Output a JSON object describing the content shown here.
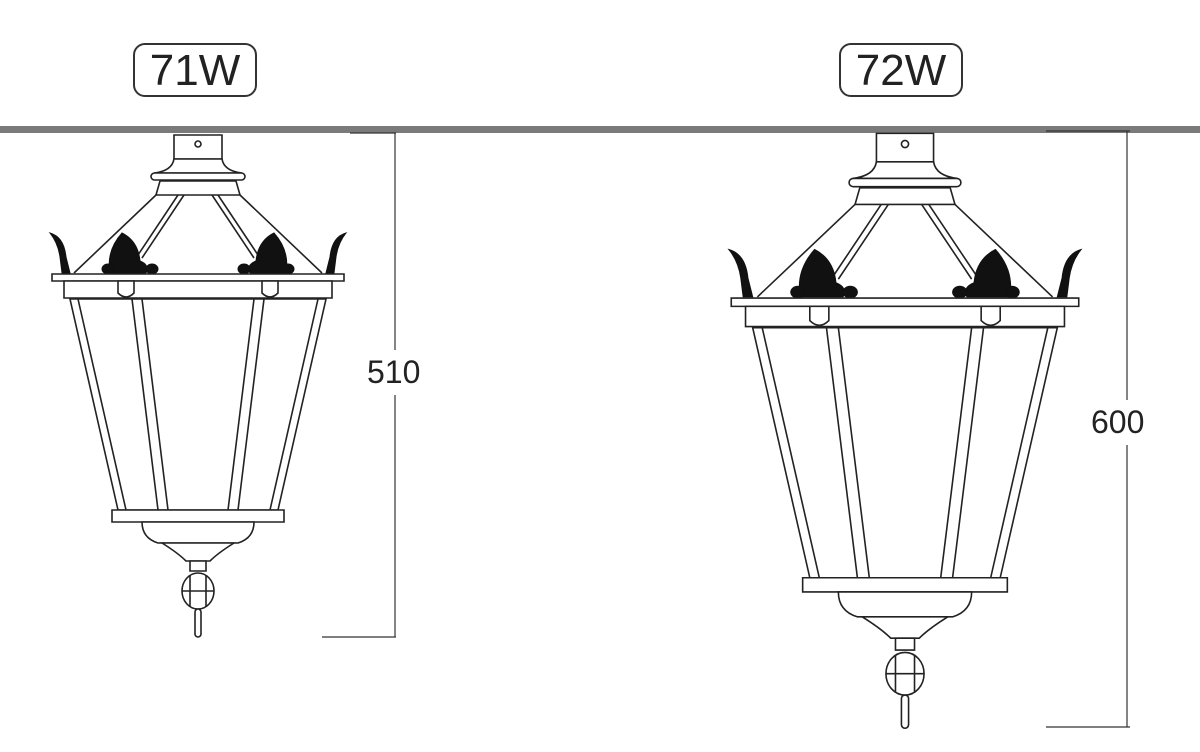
{
  "lamps": [
    {
      "power_label": "71W",
      "height_dimension": "510"
    },
    {
      "power_label": "72W",
      "height_dimension": "600"
    }
  ],
  "colors": {
    "ceiling_bar": "#7a7a7a",
    "line": "#222222"
  }
}
